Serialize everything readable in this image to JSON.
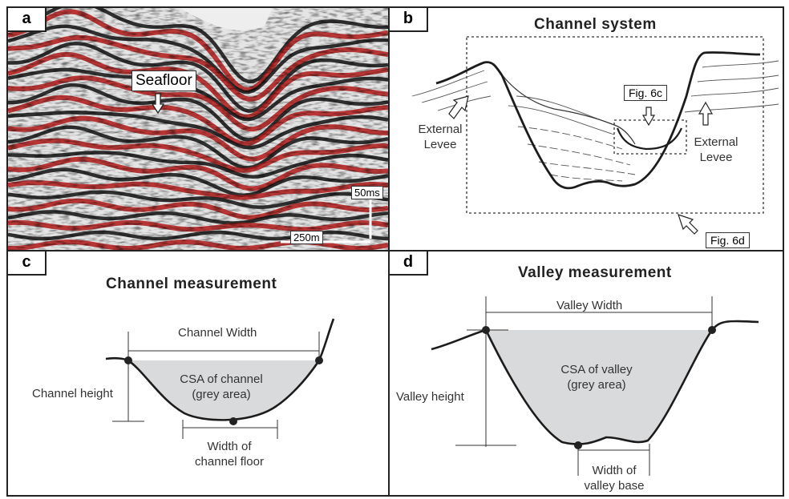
{
  "panels": {
    "a": {
      "tag": "a",
      "seafloor_label": "Seafloor",
      "scale_vertical": "50ms",
      "scale_horizontal": "250m"
    },
    "b": {
      "tag": "b",
      "title": "Channel system",
      "fig6c_label": "Fig. 6c",
      "fig6d_label": "Fig. 6d",
      "external_levee_left": [
        "External",
        "Levee"
      ],
      "external_levee_right": [
        "External",
        "Levee"
      ]
    },
    "c": {
      "tag": "c",
      "title": "Channel measurement",
      "width_label": "Channel Width",
      "height_label": "Channel height",
      "area_label": [
        "CSA of channel",
        "(grey area)"
      ],
      "floor_label": [
        "Width of",
        "channel floor"
      ]
    },
    "d": {
      "tag": "d",
      "title": "Valley measurement",
      "width_label": "Valley Width",
      "height_label": "Valley height",
      "area_label": [
        "CSA of valley",
        "(grey area)"
      ],
      "base_label": [
        "Width of",
        "valley base"
      ]
    }
  },
  "colors": {
    "seismic_red": "#b01818",
    "grey_area": "#d9dadb",
    "line": "#222222"
  }
}
